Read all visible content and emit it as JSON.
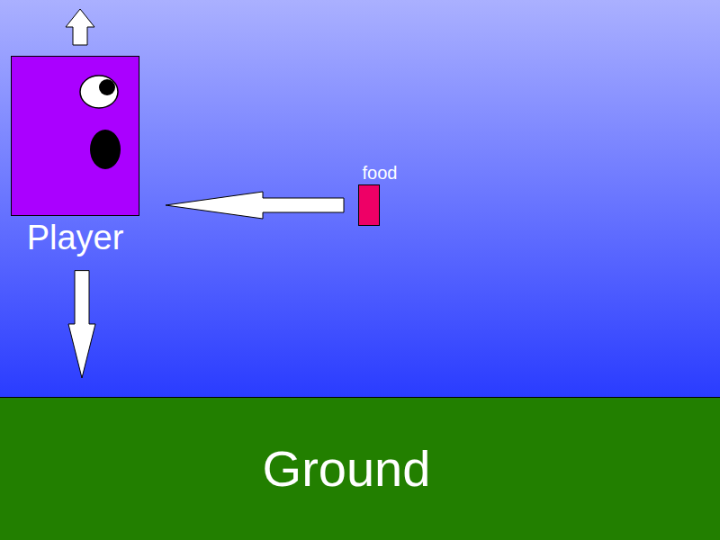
{
  "diagram": {
    "nodes": [
      {
        "text": [
          "Player"
        ]
      },
      {
        "text": [
          "food"
        ]
      },
      {
        "text": [
          "Ground"
        ]
      }
    ],
    "edges": [
      {
        "from": 1,
        "to": 0,
        "arrow": "to"
      },
      {
        "from": 0,
        "to": 2,
        "arrow": "to"
      }
    ]
  }
}
